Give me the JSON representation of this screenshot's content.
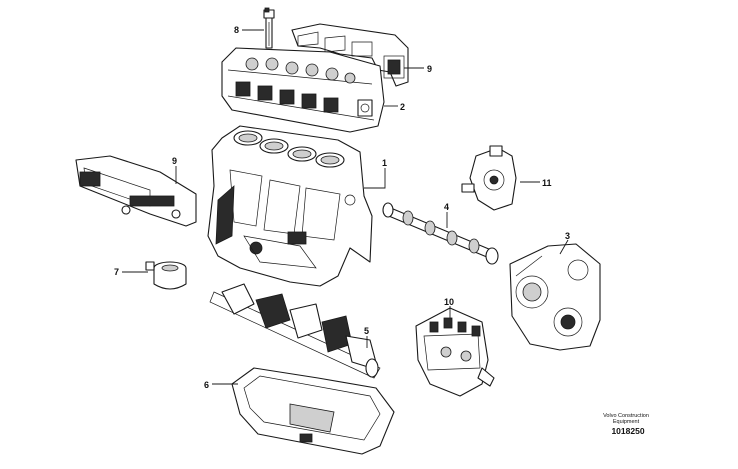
{
  "callouts": {
    "c1": "1",
    "c2": "2",
    "c3": "3",
    "c4": "4",
    "c5": "5",
    "c6": "6",
    "c7": "7",
    "c8": "8",
    "c9a": "9",
    "c9b": "9",
    "c10": "10",
    "c11": "11"
  },
  "brand": {
    "line1": "Volvo Construction",
    "line2": "Equipment"
  },
  "figure_number": "1018250"
}
